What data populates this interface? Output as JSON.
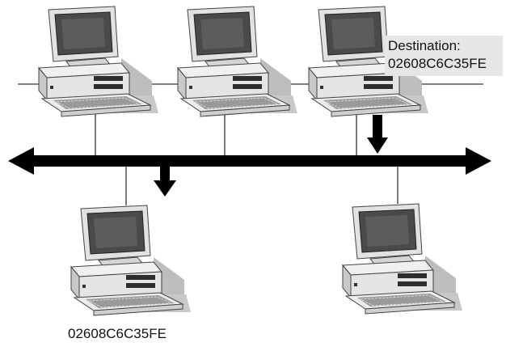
{
  "destination_label": {
    "line1": "Destination:",
    "line2": "02608C6C35FE"
  },
  "receiver_address_label": "02608C6C35FE",
  "computers": [
    {
      "id": "top-left"
    },
    {
      "id": "top-middle"
    },
    {
      "id": "top-right"
    },
    {
      "id": "bottom-left"
    },
    {
      "id": "bottom-right"
    }
  ],
  "colors": {
    "bus": "#000000",
    "arrow": "#000000",
    "label_bg": "#e6e6e6"
  }
}
